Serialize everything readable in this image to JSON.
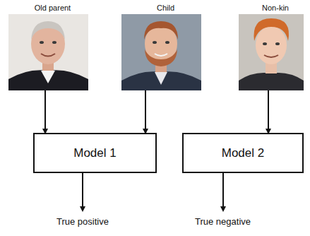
{
  "diagram": {
    "nodes": [
      {
        "text": [
          "Old parent"
        ]
      },
      {
        "text": [
          "Child"
        ]
      },
      {
        "text": [
          "Non-kin"
        ]
      },
      {
        "text": [
          "Model 1"
        ]
      },
      {
        "text": [
          "Model 2"
        ]
      }
    ],
    "edges": [
      {
        "from": 0,
        "to": 3,
        "arrow": "to"
      },
      {
        "from": 1,
        "to": 3,
        "arrow": "to"
      },
      {
        "from": 2,
        "to": 4,
        "arrow": "to"
      }
    ],
    "labels": [
      "True positive",
      "True negative"
    ]
  }
}
